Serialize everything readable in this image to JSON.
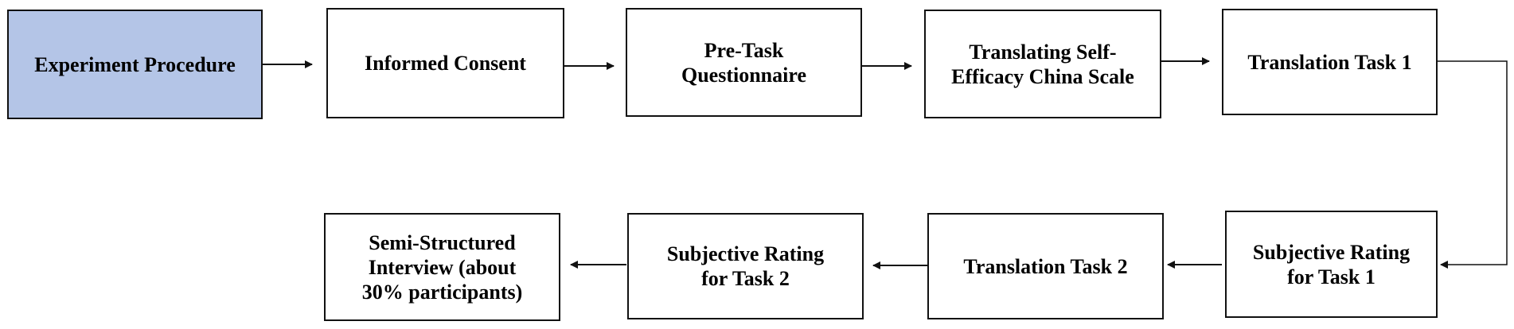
{
  "diagram": {
    "colors": {
      "highlight_fill": "#b4c5e7",
      "border": "#111111",
      "arrow": "#111111"
    },
    "steps": [
      {
        "id": "experiment-procedure",
        "label": "Experiment Procedure"
      },
      {
        "id": "informed-consent",
        "label": "Informed Consent"
      },
      {
        "id": "pre-task-questionnaire",
        "label": "Pre-Task Questionnaire"
      },
      {
        "id": "translating-self-efficacy-china-scale",
        "label": "Translating Self-Efficacy China Scale"
      },
      {
        "id": "translation-task-1",
        "label": "Translation Task 1"
      },
      {
        "id": "subjective-rating-task-1",
        "label": "Subjective Rating for Task 1"
      },
      {
        "id": "translation-task-2",
        "label": "Translation Task 2"
      },
      {
        "id": "subjective-rating-task-2",
        "label": "Subjective Rating for Task 2"
      },
      {
        "id": "semi-structured-interview",
        "label": "Semi-Structured Interview (about 30% participants)"
      }
    ]
  }
}
